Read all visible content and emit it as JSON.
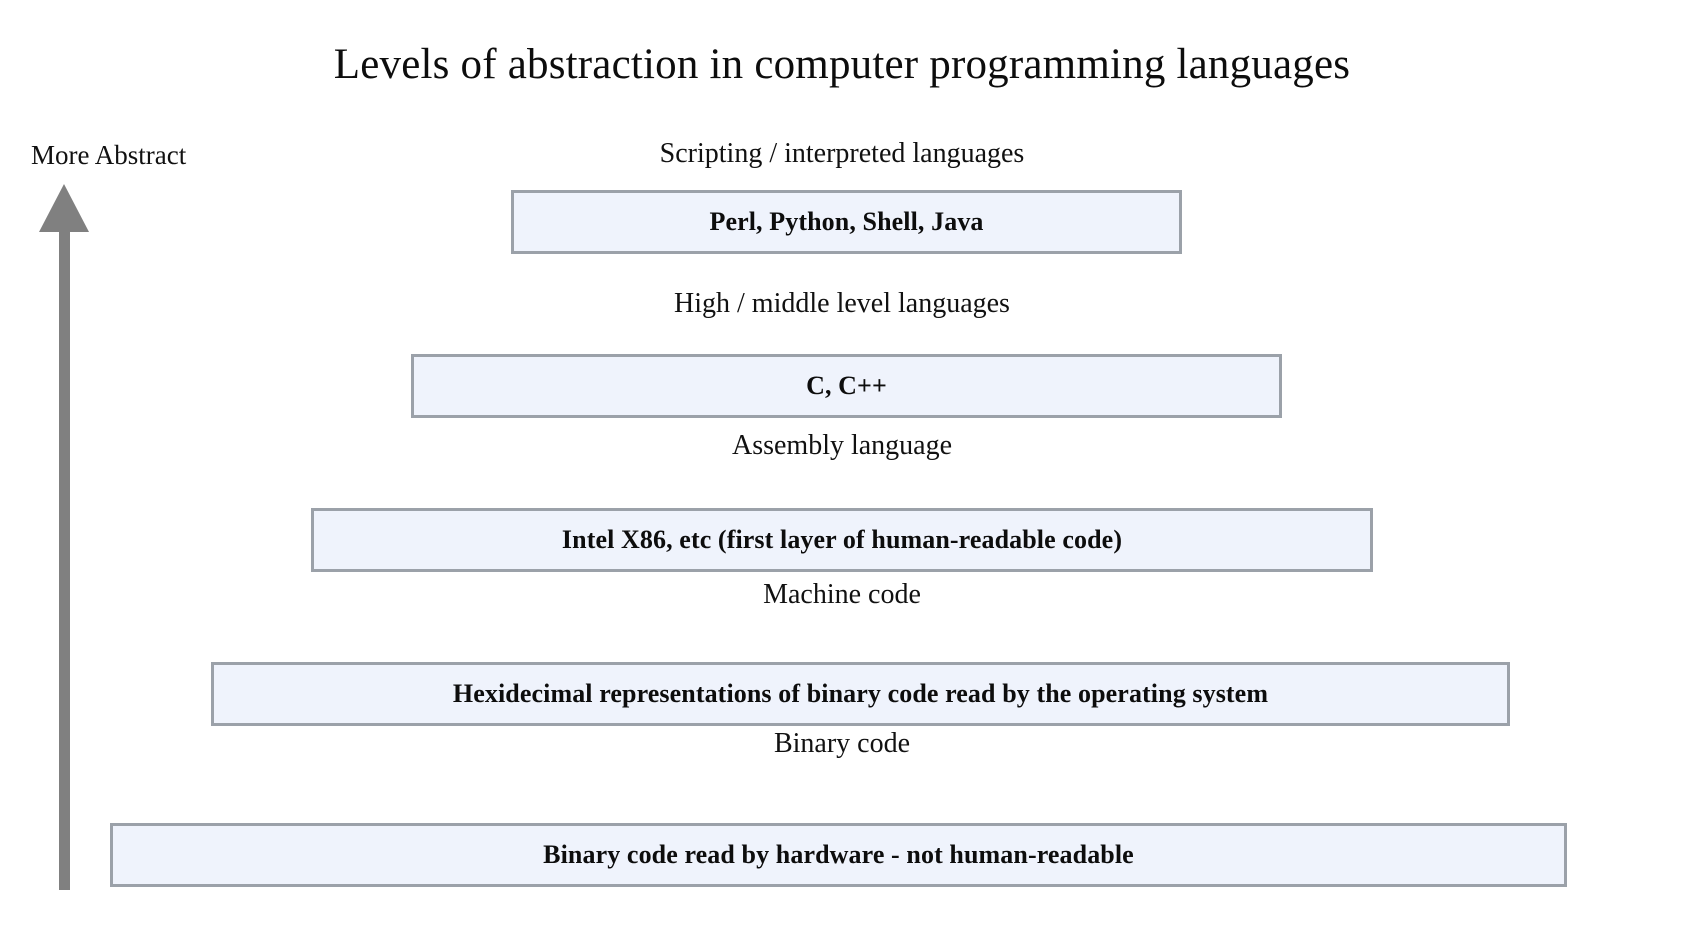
{
  "slide": {
    "title": "Levels of abstraction in computer programming languages",
    "background_color": "#ffffff",
    "box_fill_color": "#eff3fc",
    "box_border_color": "#9ba1a9",
    "arrow_color": "#808080",
    "text_color": "#111111"
  },
  "axis": {
    "label": "More Abstract",
    "direction": "up",
    "icon": "up-arrow-icon"
  },
  "tiers": [
    {
      "label": "Scripting / interpreted languages",
      "example": "Perl, Python, Shell, Java",
      "level": 5
    },
    {
      "label": "High / middle level languages",
      "example": "C, C++",
      "level": 4
    },
    {
      "label": "Assembly language",
      "example": "Intel X86, etc (first layer of human-readable code)",
      "level": 3
    },
    {
      "label": "Machine code",
      "example": "Hexidecimal representations of binary code read by the operating system",
      "level": 2
    },
    {
      "label": "Binary code",
      "example": "Binary code read by hardware - not human-readable",
      "level": 1
    }
  ]
}
